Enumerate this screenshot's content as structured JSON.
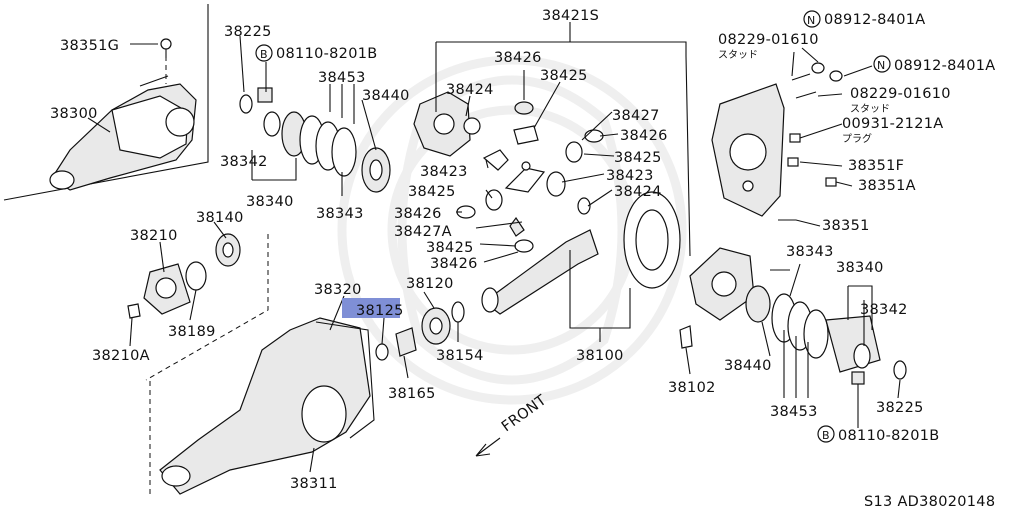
{
  "diagram": {
    "highlight_label": "38125",
    "labels": {
      "p38351G": "38351G",
      "p38300": "38300",
      "p38225a": "38225",
      "p08110a": "08110-8201B",
      "p38453a": "38453",
      "p38440a": "38440",
      "p38342a": "38342",
      "p38340a": "38340",
      "p38343a": "38343",
      "p38421S": "38421S",
      "p38426a": "38426",
      "p38424a": "38424",
      "p38425a": "38425",
      "p38427": "38427",
      "p38426b": "38426",
      "p38423a": "38423",
      "p38425b": "38425",
      "p38423b": "38423",
      "p38425c": "38425",
      "p38424b": "38424",
      "p38426c": "38426",
      "p38427A": "38427A",
      "p38425d": "38425",
      "p38426d": "38426",
      "p08229a": "08229-01610",
      "jpStudA": "スタッド",
      "p08912a": "08912-8401A",
      "p08912b": "08912-8401A",
      "p08229b": "08229-01610",
      "jpStudB": "スタッド",
      "p00931": "00931-2121A",
      "jpPlug": "プラグ",
      "p38351F": "38351F",
      "p38351A": "38351A",
      "p38351": "38351",
      "p38140": "38140",
      "p38210": "38210",
      "p38189": "38189",
      "p38210A": "38210A",
      "p38320": "38320",
      "p38120": "38120",
      "p38154": "38154",
      "p38165": "38165",
      "p38100": "38100",
      "p38102": "38102",
      "p38311": "38311",
      "p38343b": "38343",
      "p38340b": "38340",
      "p38342b": "38342",
      "p38440b": "38440",
      "p38453b": "38453",
      "p38225b": "38225",
      "p08110b": "08110-8201B",
      "front": "FRONT",
      "catalog": "S13   AD38020148"
    },
    "circled_marks": {
      "b1": "B",
      "n1": "N",
      "n2": "N",
      "b2": "B"
    }
  }
}
